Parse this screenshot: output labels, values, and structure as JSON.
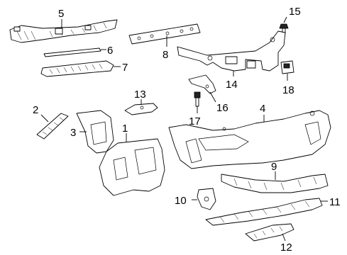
{
  "parts": [
    {
      "id": "1",
      "label": "1"
    },
    {
      "id": "2",
      "label": "2"
    },
    {
      "id": "3",
      "label": "3"
    },
    {
      "id": "4",
      "label": "4"
    },
    {
      "id": "5",
      "label": "5"
    },
    {
      "id": "6",
      "label": "6"
    },
    {
      "id": "7",
      "label": "7"
    },
    {
      "id": "8",
      "label": "8"
    },
    {
      "id": "9",
      "label": "9"
    },
    {
      "id": "10",
      "label": "10"
    },
    {
      "id": "11",
      "label": "11"
    },
    {
      "id": "12",
      "label": "12"
    },
    {
      "id": "13",
      "label": "13"
    },
    {
      "id": "14",
      "label": "14"
    },
    {
      "id": "15",
      "label": "15"
    },
    {
      "id": "16",
      "label": "16"
    },
    {
      "id": "17",
      "label": "17"
    },
    {
      "id": "18",
      "label": "18"
    }
  ]
}
